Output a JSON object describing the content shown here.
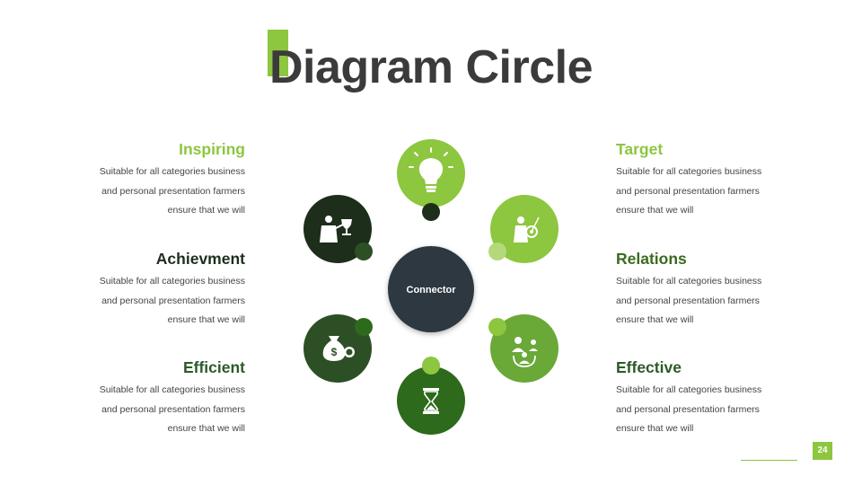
{
  "slide": {
    "title": "Diagram Circle",
    "page_number": "24"
  },
  "colors": {
    "lime": "#8dc63f",
    "light_green": "#9bc94f",
    "dark_green": "#2d5a27",
    "forest_green": "#3a6b1f",
    "very_dark_green": "#1d2e1b",
    "connector": "#2e3940",
    "title_text": "#3b3b3b"
  },
  "diagram": {
    "center_label": "Connector",
    "nodes": [
      {
        "id": "top",
        "icon": "lightbulb-icon"
      },
      {
        "id": "upper-right",
        "icon": "target-archer-icon"
      },
      {
        "id": "lower-right",
        "icon": "people-relations-icon"
      },
      {
        "id": "bottom",
        "icon": "hourglass-icon"
      },
      {
        "id": "lower-left",
        "icon": "money-bag-icon"
      },
      {
        "id": "upper-left",
        "icon": "trophy-businessman-icon"
      }
    ]
  },
  "left_items": [
    {
      "title": "Inspiring",
      "color": "#8dc63f",
      "lines": [
        "Suitable for all categories business",
        "and personal presentation farmers",
        "ensure that we will"
      ]
    },
    {
      "title": "Achievment",
      "color": "#1d2e1b",
      "lines": [
        "Suitable for all categories business",
        "and personal presentation farmers",
        "ensure that we will"
      ]
    },
    {
      "title": "Efficient",
      "color": "#2d5a27",
      "lines": [
        "Suitable for all categories business",
        "and personal presentation farmers",
        "ensure that we will"
      ]
    }
  ],
  "right_items": [
    {
      "title": "Target",
      "color": "#8dc63f",
      "lines": [
        "Suitable for all categories business",
        "and personal presentation farmers",
        "ensure that we will"
      ]
    },
    {
      "title": "Relations",
      "color": "#3a6b1f",
      "lines": [
        "Suitable for all categories business",
        "and personal presentation farmers",
        "ensure that we will"
      ]
    },
    {
      "title": "Effective",
      "color": "#2d5a27",
      "lines": [
        "Suitable for all categories business",
        "and personal presentation farmers",
        "ensure that we will"
      ]
    }
  ]
}
